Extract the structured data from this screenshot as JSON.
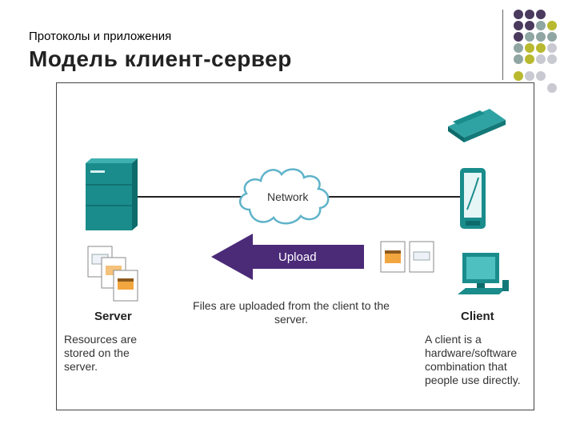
{
  "header": {
    "subtitle": "Протоколы и приложения",
    "title": "Модель клиент-сервер"
  },
  "decoration": {
    "colors": {
      "purple": "#4a3a5e",
      "teal": "#8fa6a2",
      "olive": "#b9b92f",
      "gray": "#c9c9d2"
    }
  },
  "diagram": {
    "network_label": "Network",
    "upload_label": "Upload",
    "caption": "Files are uploaded from the client to the server.",
    "server": {
      "label": "Server",
      "description": "Resources are stored on the server."
    },
    "client": {
      "label": "Client",
      "description": "A client is a hardware/software combination that people use directly."
    },
    "colors": {
      "teal": "#1a8c8c",
      "arrow": "#4b2a78",
      "cloud_stroke": "#5fb3c9"
    }
  }
}
